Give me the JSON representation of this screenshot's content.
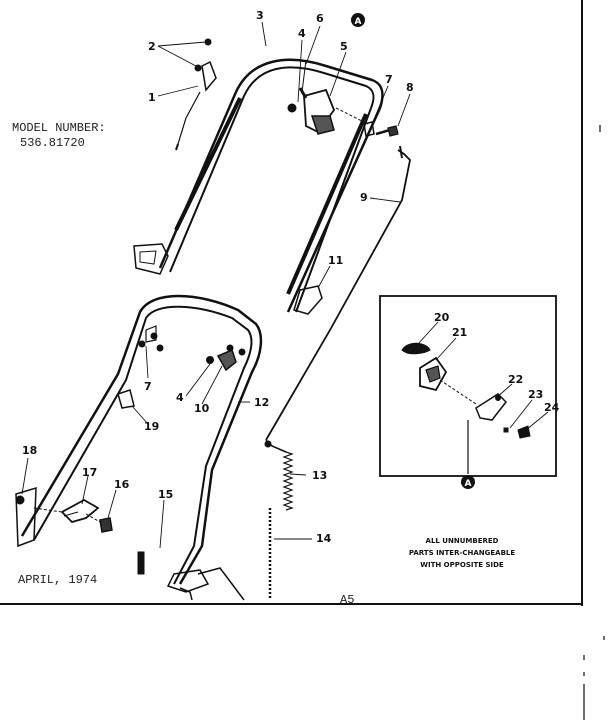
{
  "model": {
    "label": "MODEL NUMBER:",
    "number": "536.81720"
  },
  "date": "APRIL, 1974",
  "page_ref": "A5",
  "inset_tag": "A",
  "note": [
    "ALL UNNUMBERED",
    "PARTS INTER-CHANGEABLE",
    "WITH OPPOSITE SIDE"
  ],
  "callouts": {
    "c1": "1",
    "c2": "2",
    "c3": "3",
    "c4a": "4",
    "c4b": "4",
    "c5": "5",
    "c6": "6",
    "c7a": "7",
    "c7b": "7",
    "c8": "8",
    "c9": "9",
    "c10": "10",
    "c11": "11",
    "c12": "12",
    "c13": "13",
    "c14": "14",
    "c15": "15",
    "c16": "16",
    "c17": "17",
    "c18": "18",
    "c19": "19",
    "c20": "20",
    "c21": "21",
    "c22": "22",
    "c23": "23",
    "c24": "24"
  }
}
